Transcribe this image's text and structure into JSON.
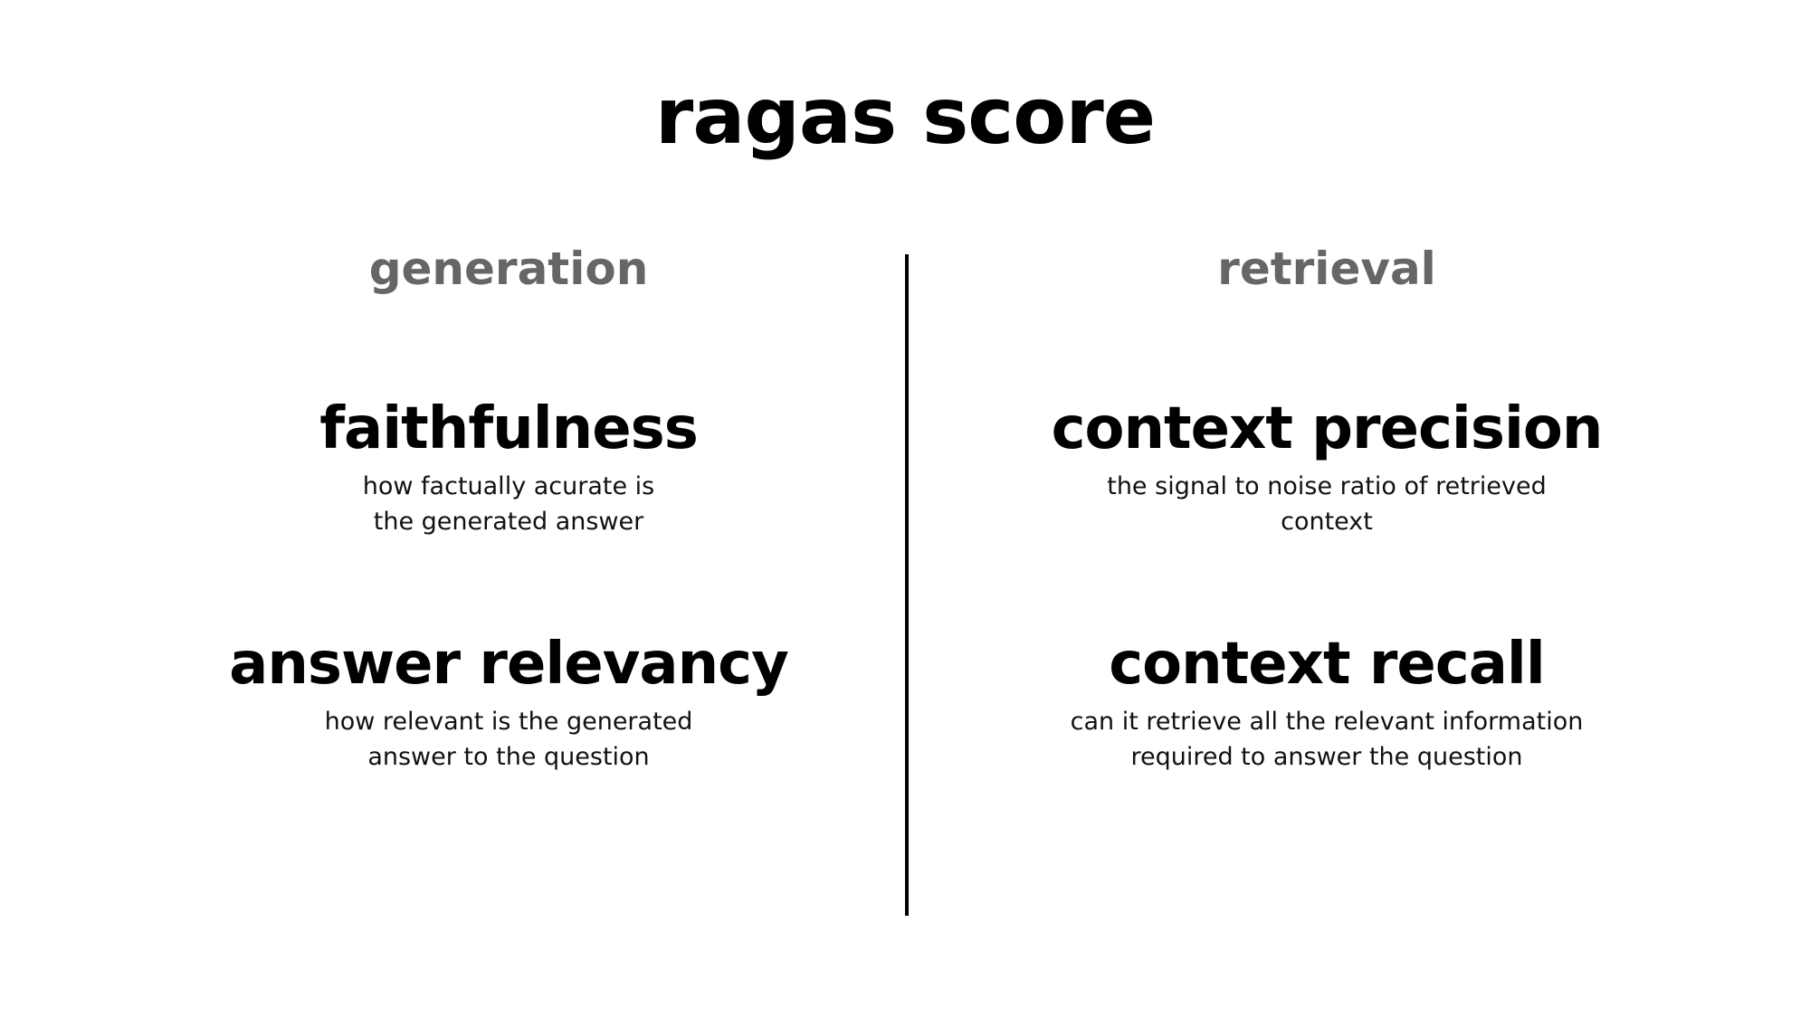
{
  "title": "ragas score",
  "colors": {
    "background": "#ffffff",
    "heading_text": "#000000",
    "muted_header_text": "#666666",
    "description_text": "#111111",
    "divider": "#000000"
  },
  "columns": [
    {
      "header": "generation",
      "metrics": [
        {
          "name": "faithfulness",
          "description": "how factually acurate is\nthe generated answer"
        },
        {
          "name": "answer relevancy",
          "description": "how relevant is the generated\nanswer to the question"
        }
      ]
    },
    {
      "header": "retrieval",
      "metrics": [
        {
          "name": "context precision",
          "description": "the signal to noise ratio of retrieved\ncontext"
        },
        {
          "name": "context recall",
          "description": "can it retrieve all the relevant information\nrequired to answer the question"
        }
      ]
    }
  ]
}
